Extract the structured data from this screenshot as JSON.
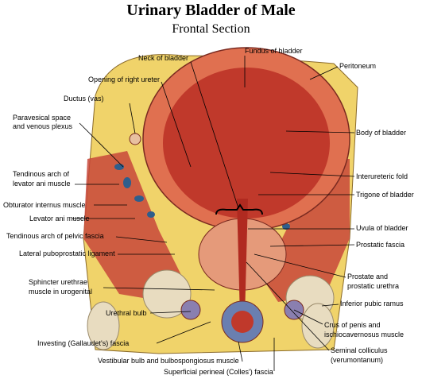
{
  "title": "Urinary Bladder of Male",
  "subtitle": "Frontal Section",
  "labels": {
    "neck_of_bladder": "Neck of bladder",
    "fundus_of_bladder": "Fundus of bladder",
    "peritoneum": "Peritoneum",
    "opening_right_ureter": "Opening of right ureter",
    "ductus_vas": "Ductus (vas)",
    "paravesical_1": "Paravesical space",
    "paravesical_2": "and venous plexus",
    "body_of_bladder": "Body of bladder",
    "interureteric_fold": "Interureteric fold",
    "tendinous_levator_1": "Tendinous arch of",
    "tendinous_levator_2": "levator ani muscle",
    "trigone": "Trigone of bladder",
    "obturator": "Obturator internus muscle",
    "levator_ani": "Levator ani muscle",
    "uvula": "Uvula of bladder",
    "tendinous_pelvic": "Tendinous arch of pelvic fascia",
    "prostatic_fascia": "Prostatic fascia",
    "lateral_puboprostatic": "Lateral puboprostatic ligament",
    "prostate_1": "Prostate and",
    "prostate_2": "prostatic urethra",
    "sphincter_1": "Sphincter urethrae",
    "sphincter_2": "muscle in urogenital",
    "inferior_pubic_ramus": "Inferior pubic ramus",
    "urethral_bulb": "Urethral bulb",
    "crus_1": "Crus of penis and",
    "crus_2": "ischiocavernosus muscle",
    "investing_fascia": "Investing (Gallaudet's) fascia",
    "seminal_1": "Seminal colliculus",
    "seminal_2": "(verumontanum)",
    "vestibular_bulb": "Vestibular bulb and bulbospongiosus muscle",
    "superficial_fascia": "Superficial perineal (Colles') fascia"
  },
  "colors": {
    "bladder_lumen": "#c0392b",
    "bladder_wall": "#e07050",
    "fat": "#f0d36a",
    "vein": "#2e5e8c",
    "bone": "#e8dcc0",
    "muscle": "#c8473a"
  }
}
